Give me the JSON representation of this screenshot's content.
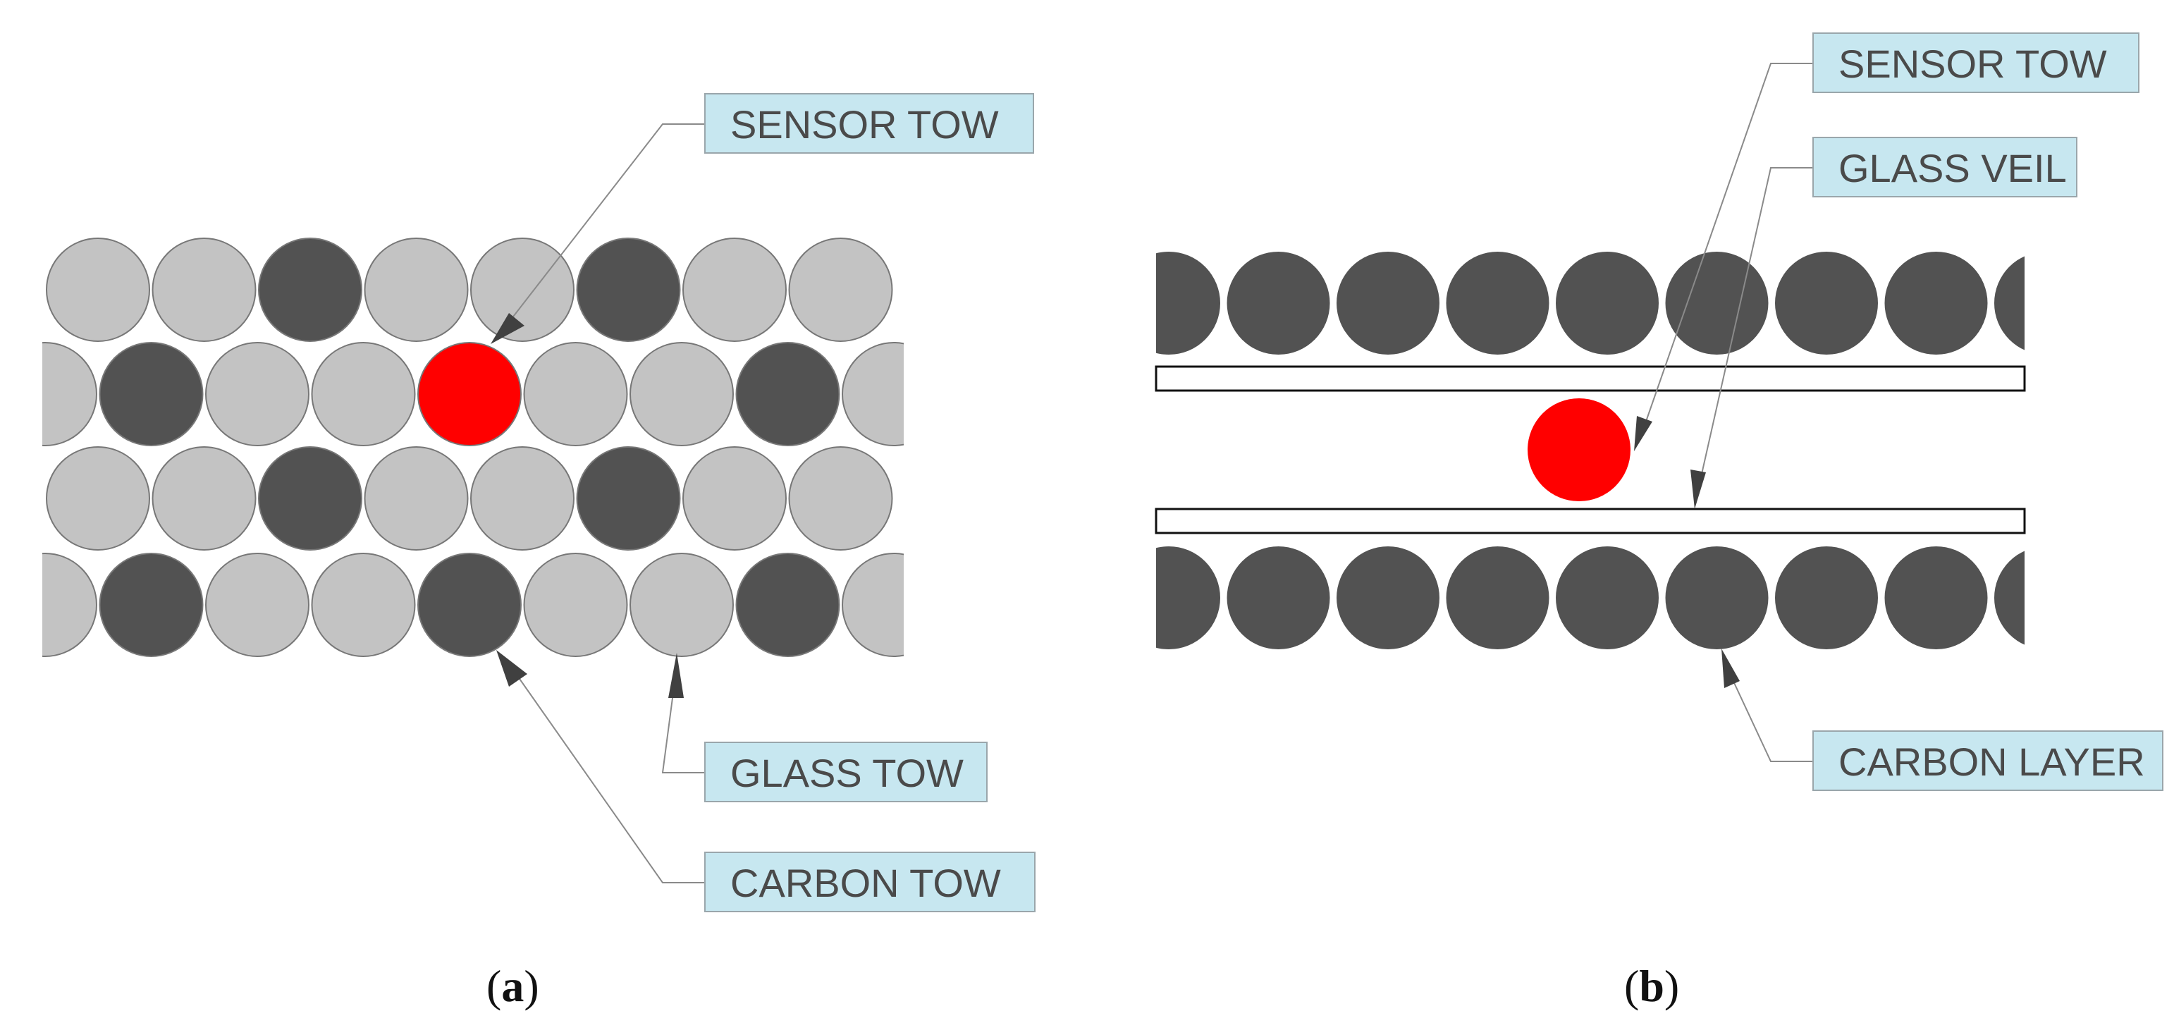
{
  "colors": {
    "carbon": "#525252",
    "glass": "#c3c3c3",
    "sensor": "#ff0000",
    "label_fill": "#c7e7f0",
    "text": "#4a4a4a",
    "veil_fill": "#ffffff",
    "veil_stroke": "#111111"
  },
  "panel_a": {
    "caption_open": "(",
    "caption_letter": "a",
    "caption_close": ")",
    "labels": {
      "sensor_tow": "SENSOR TOW",
      "glass_tow": "GLASS TOW",
      "carbon_tow": "CARBON TOW"
    },
    "rows": [
      {
        "offset": false,
        "tows": [
          "glass",
          "glass",
          "carbon",
          "glass",
          "glass",
          "carbon",
          "glass",
          "glass"
        ]
      },
      {
        "offset": true,
        "tows": [
          "glass",
          "carbon",
          "glass",
          "glass",
          "sensor",
          "glass",
          "glass",
          "carbon",
          "glass"
        ]
      },
      {
        "offset": false,
        "tows": [
          "glass",
          "glass",
          "carbon",
          "glass",
          "glass",
          "carbon",
          "glass",
          "glass"
        ]
      },
      {
        "offset": true,
        "tows": [
          "glass",
          "carbon",
          "glass",
          "glass",
          "carbon",
          "glass",
          "glass",
          "carbon",
          "glass"
        ]
      }
    ]
  },
  "panel_b": {
    "caption_open": "(",
    "caption_letter": "b",
    "caption_close": ")",
    "labels": {
      "sensor_tow": "SENSOR TOW",
      "glass_veil": "GLASS VEIL",
      "carbon_layer": "CARBON LAYER"
    },
    "carbon_layers": [
      {
        "tows": [
          "carbon",
          "carbon",
          "carbon",
          "carbon",
          "carbon",
          "carbon",
          "carbon",
          "carbon",
          "carbon"
        ]
      },
      {
        "tows": [
          "carbon",
          "carbon",
          "carbon",
          "carbon",
          "carbon",
          "carbon",
          "carbon",
          "carbon",
          "carbon"
        ]
      }
    ],
    "sensor": "sensor"
  }
}
